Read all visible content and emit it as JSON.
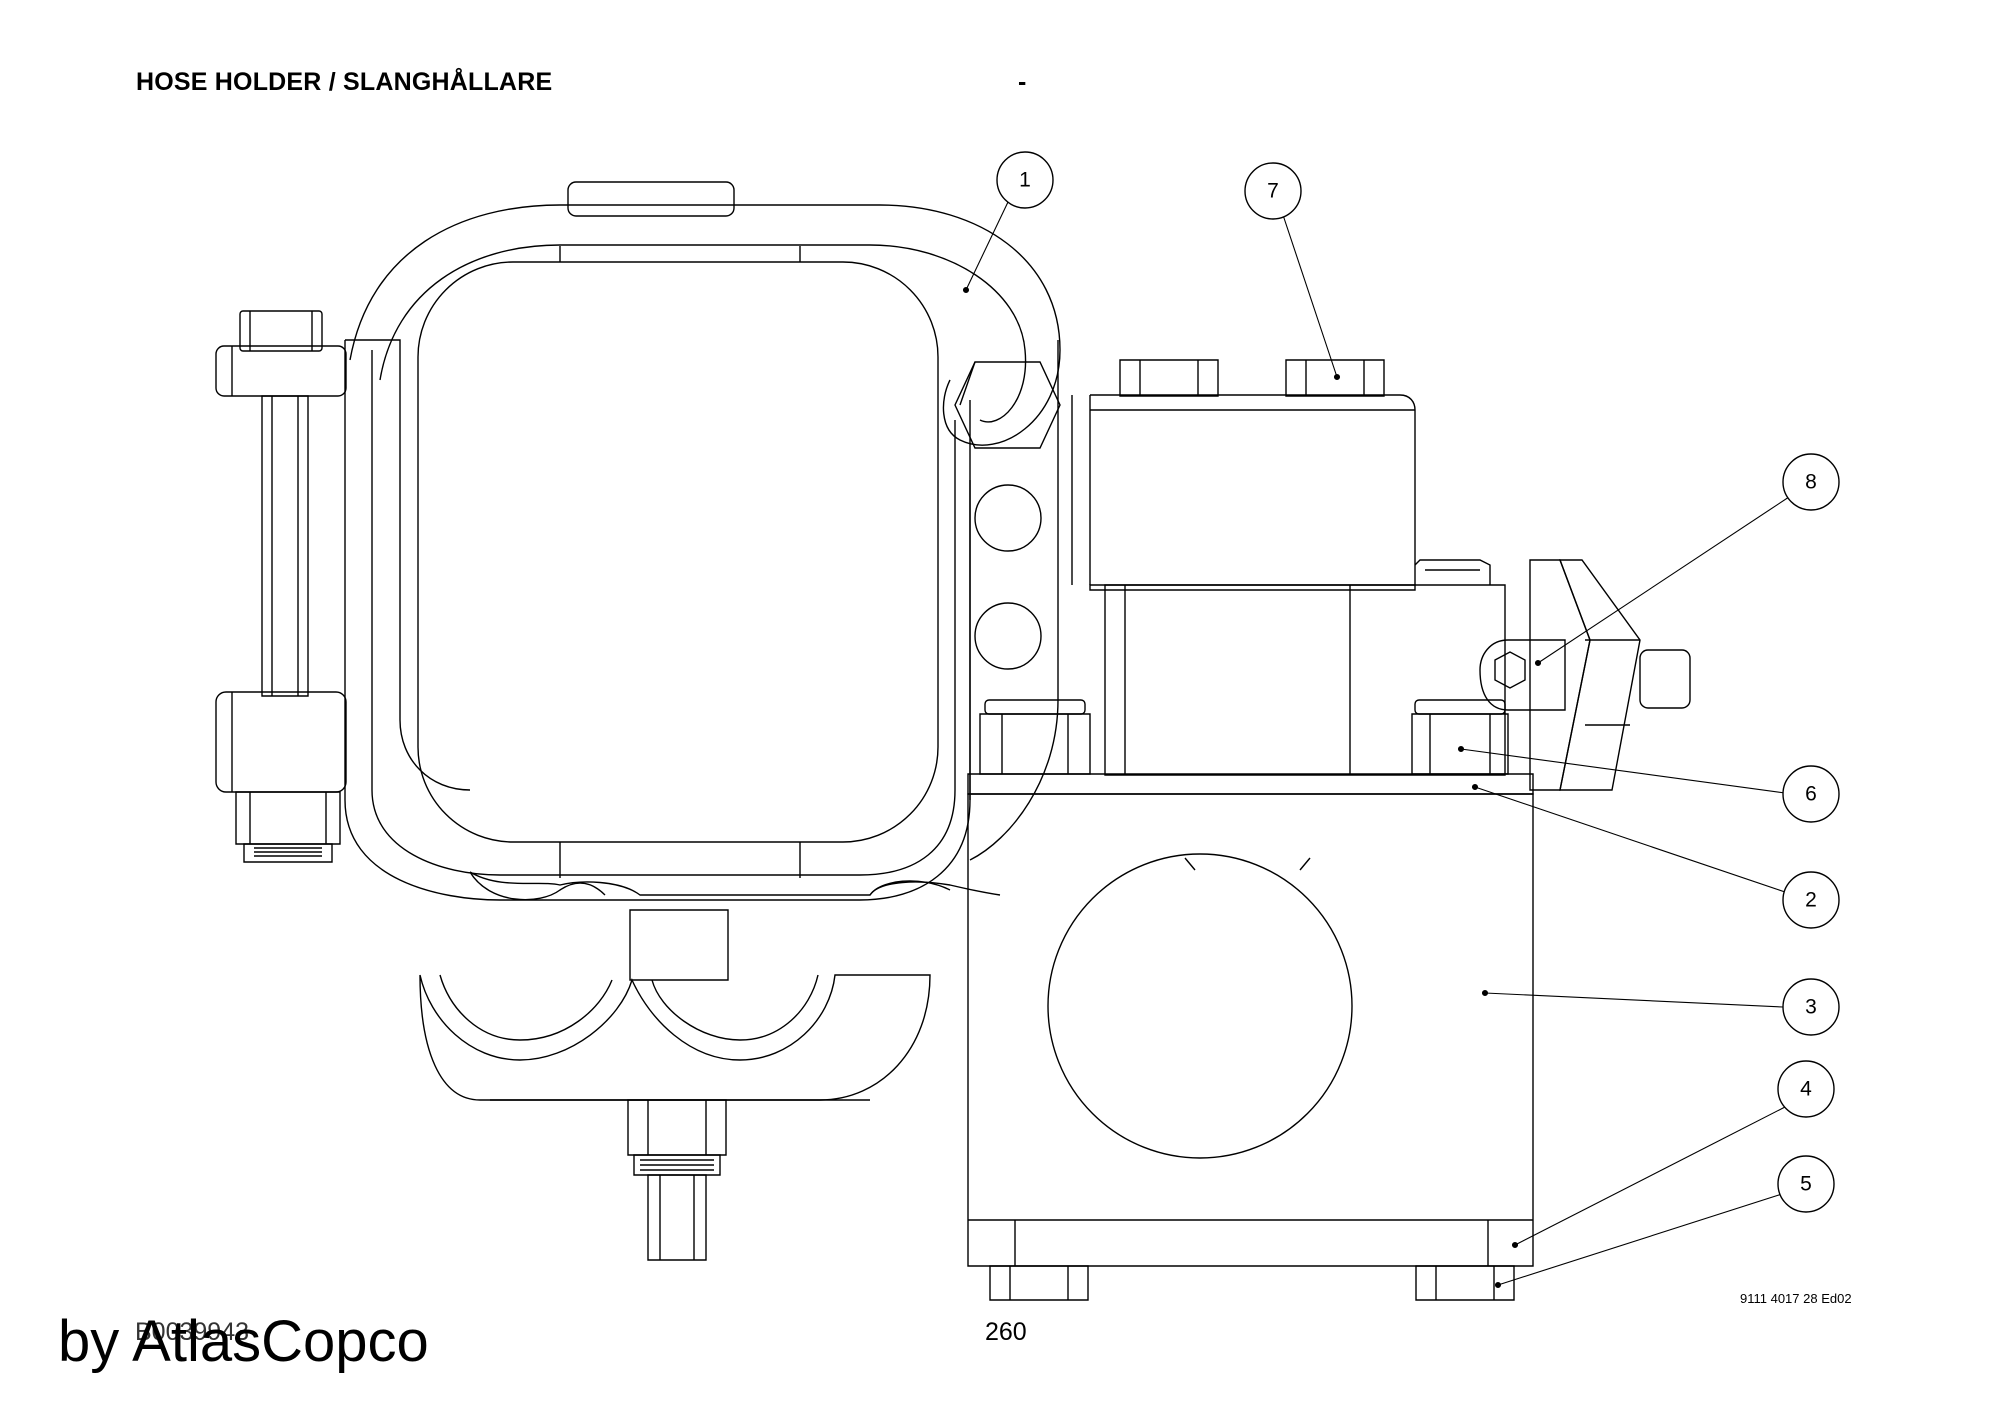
{
  "header": {
    "title": "HOSE HOLDER / SLANGHÅLLARE",
    "dash": "-"
  },
  "callouts": [
    "1",
    "7",
    "8",
    "6",
    "2",
    "3",
    "4",
    "5"
  ],
  "footer": {
    "doc_number": "9111 4017 28 Ed02",
    "drawing_code": "B0039943",
    "page": "260",
    "watermark": "by AtlasCopco"
  }
}
